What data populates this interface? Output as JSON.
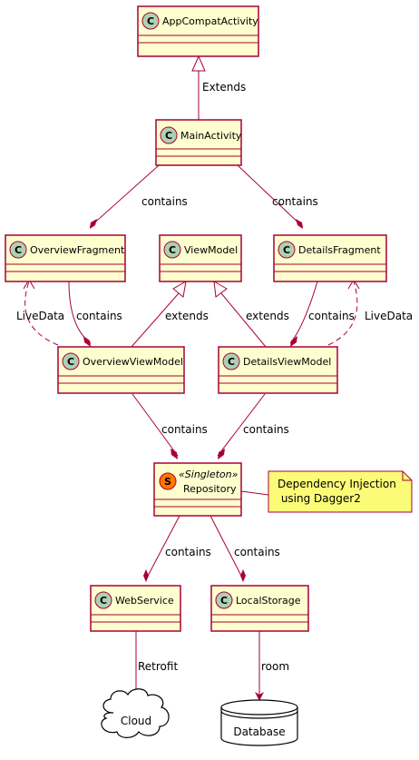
{
  "classes": {
    "appcompat": {
      "name": "AppCompatActivity",
      "glyph": "C"
    },
    "main": {
      "name": "MainActivity",
      "glyph": "C"
    },
    "overviewFragment": {
      "name": "OverviewFragment",
      "glyph": "C"
    },
    "viewModel": {
      "name": "ViewModel",
      "glyph": "C"
    },
    "detailsFragment": {
      "name": "DetailsFragment",
      "glyph": "C"
    },
    "overviewViewModel": {
      "name": "OverviewViewModel",
      "glyph": "C"
    },
    "detailsViewModel": {
      "name": "DetailsViewModel",
      "glyph": "C"
    },
    "repository": {
      "name": "Repository",
      "glyph": "S",
      "stereotype": "«Singleton»"
    },
    "webService": {
      "name": "WebService",
      "glyph": "C"
    },
    "localStorage": {
      "name": "LocalStorage",
      "glyph": "C"
    }
  },
  "edges": {
    "extends_main": "Extends",
    "main_overview": "contains",
    "main_details": "contains",
    "overview_livedata": "LiveData",
    "overview_contains": "contains",
    "ovm_extends": "extends",
    "dvm_extends": "extends",
    "details_contains": "contains",
    "details_livedata": "LiveData",
    "ovm_repo": "contains",
    "dvm_repo": "contains",
    "repo_web": "contains",
    "repo_local": "contains",
    "web_cloud": "Retrofit",
    "local_db": "room"
  },
  "note": {
    "line1": "Dependency Injection",
    "line2": " using Dagger2"
  },
  "cloud": {
    "label": "Cloud"
  },
  "database": {
    "label": "Database"
  },
  "colors": {
    "box_fill": "#FEFECE",
    "box_border": "#A80036",
    "glyph_circle_c": "#ADD1B2",
    "glyph_circle_s": "#FF7700",
    "note_fill": "#FBFB77"
  }
}
